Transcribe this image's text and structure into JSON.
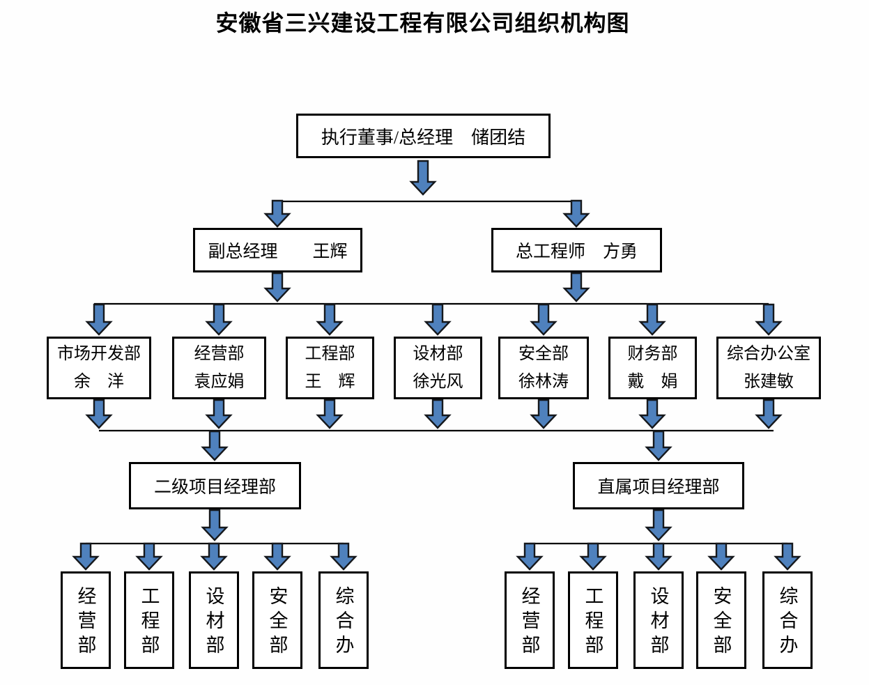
{
  "title": "安徽省三兴建设工程有限公司组织机构图",
  "org": {
    "executive": "执行董事/总经理　储团结",
    "deputy_gm": "副总经理　　王辉",
    "chief_engineer": "总工程师　方勇",
    "departments": [
      {
        "name": "市场开发部",
        "head": "余　洋"
      },
      {
        "name": "经营部",
        "head": "袁应娟"
      },
      {
        "name": "工程部",
        "head": "王　辉"
      },
      {
        "name": "设材部",
        "head": "徐光风"
      },
      {
        "name": "安全部",
        "head": "徐林涛"
      },
      {
        "name": "财务部",
        "head": "戴　娟"
      },
      {
        "name": "综合办公室",
        "head": "张建敏"
      }
    ],
    "secondary_project_dept": "二级项目经理部",
    "direct_project_dept": "直属项目经理部",
    "left_sub_departments": [
      "经营部",
      "工程部",
      "设材部",
      "安全部",
      "综合办"
    ],
    "right_sub_departments": [
      "经营部",
      "工程部",
      "设材部",
      "安全部",
      "综合办"
    ]
  },
  "colors": {
    "arrow_fill": "#4f81bd",
    "arrow_stroke": "#15181c",
    "line": "#000000",
    "box_border": "#000000",
    "background": "#ffffff"
  }
}
